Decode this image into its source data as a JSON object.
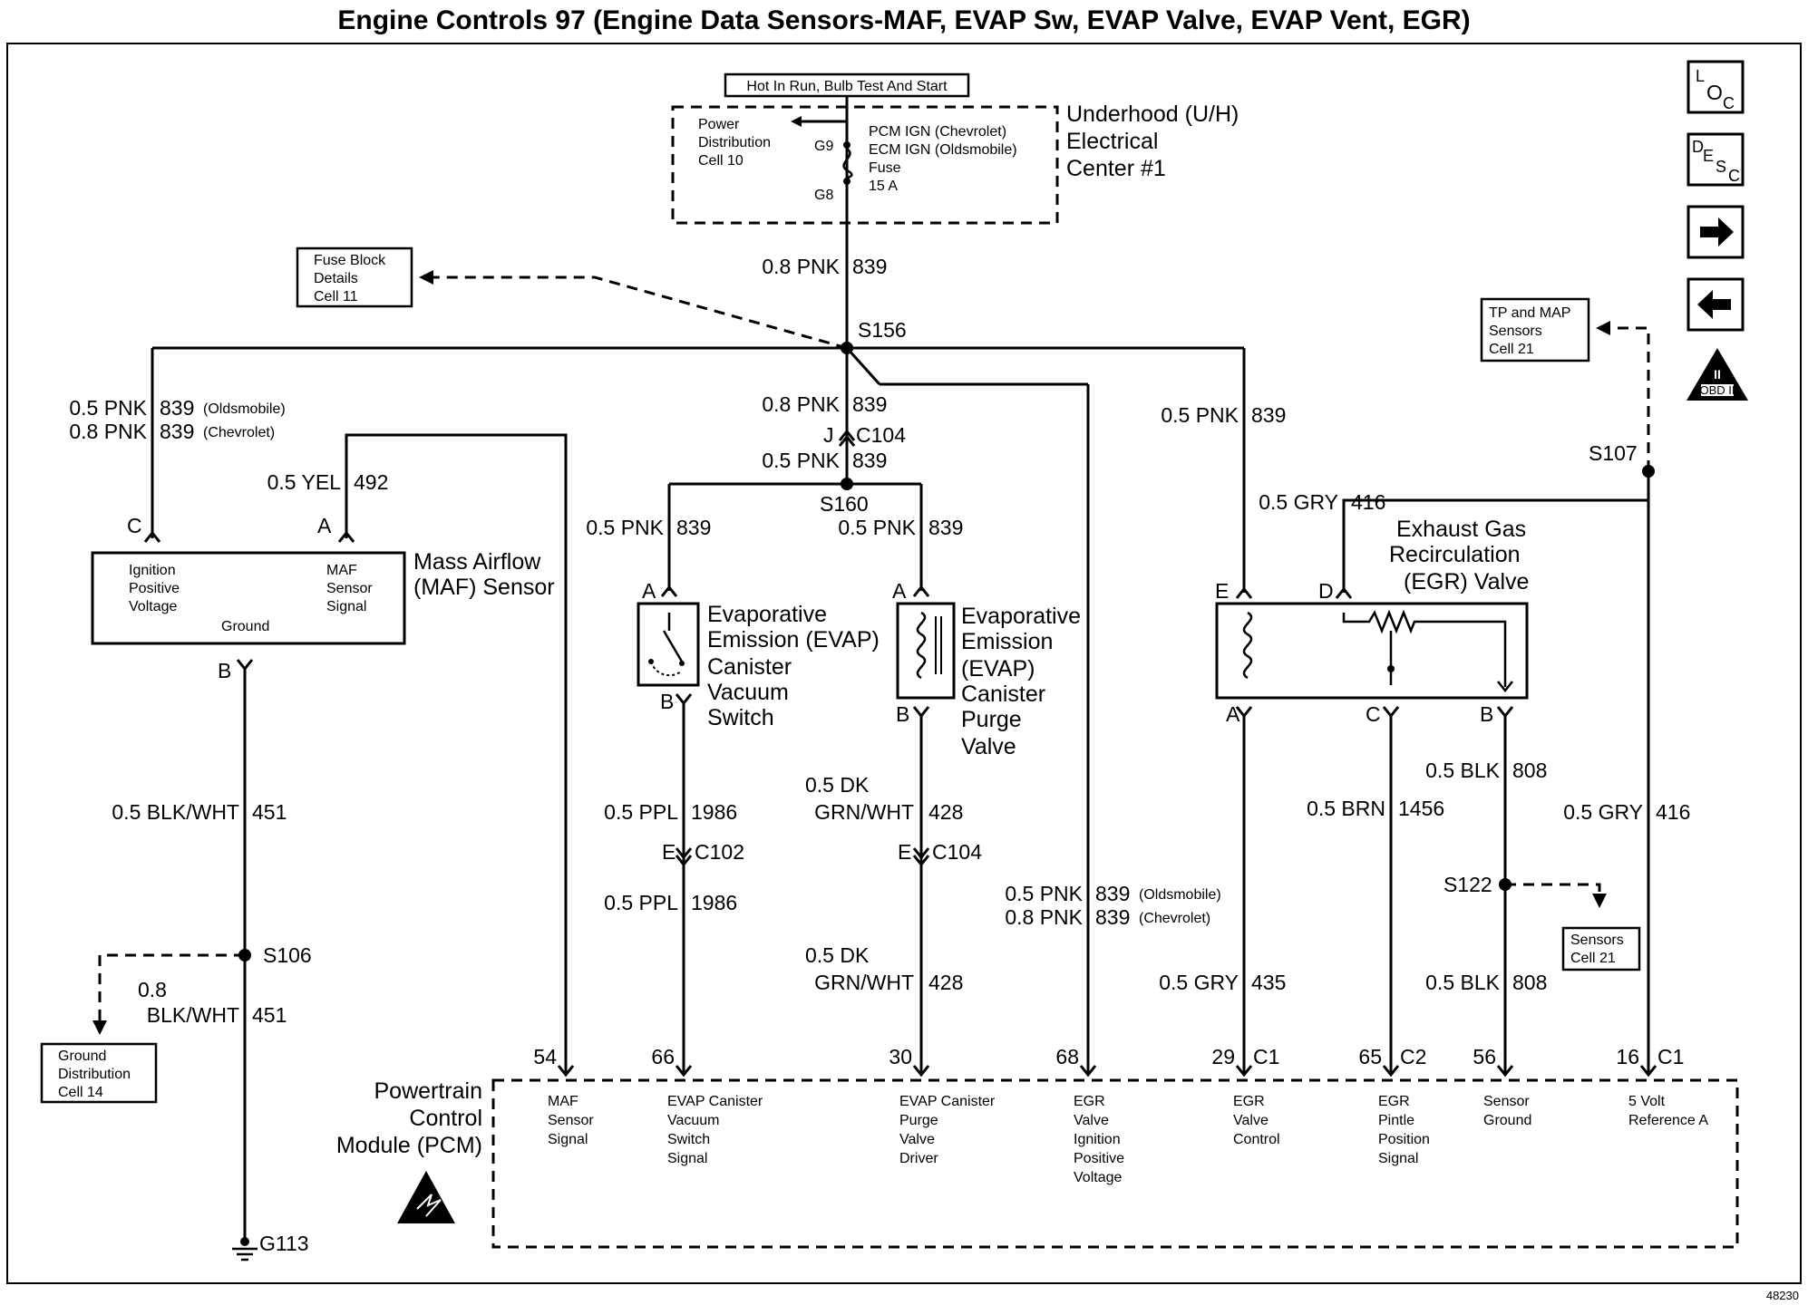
{
  "title": "Engine Controls 97 (Engine Data Sensors-MAF, EVAP Sw, EVAP Valve, EVAP Vent, EGR)",
  "figure_id": "48230",
  "nav": {
    "loc_top": "L",
    "loc_sub": "O",
    "loc_sub2": "C",
    "desc_top": "D",
    "desc_e": "E",
    "desc_s": "S",
    "desc_c": "C",
    "obd_label": "OBD II",
    "obd_roman": "II"
  },
  "uh": {
    "hot_label": "Hot In Run, Bulb Test And Start",
    "power_dist_1": "Power",
    "power_dist_2": "Distribution",
    "power_dist_3": "Cell 10",
    "g9": "G9",
    "g8": "G8",
    "fuse_1": "PCM IGN (Chevrolet)",
    "fuse_2": "ECM IGN (Oldsmobile)",
    "fuse_3": "Fuse",
    "fuse_4": "15 A",
    "name_1": "Underhood (U/H)",
    "name_2": "Electrical",
    "name_3": "Center #1"
  },
  "refs": {
    "fuse_block_1": "Fuse Block",
    "fuse_block_2": "Details",
    "fuse_block_3": "Cell 11",
    "tp_map_1": "TP and MAP",
    "tp_map_2": "Sensors",
    "tp_map_3": "Cell 21",
    "ground_1": "Ground",
    "ground_2": "Distribution",
    "ground_3": "Cell 14",
    "sensors_1": "Sensors",
    "sensors_2": "Cell 21"
  },
  "splices": {
    "s156": "S156",
    "s160": "S160",
    "s107": "S107",
    "s106": "S106",
    "s122": "S122",
    "g113": "G113"
  },
  "wires": {
    "w_main_size": "0.8 PNK",
    "w_main_num": "839",
    "maf_pnk_1": "0.5 PNK",
    "maf_839_1": "839",
    "maf_old": "(Oldsmobile)",
    "maf_pnk_2": "0.8 PNK",
    "maf_839_2": "839",
    "maf_chev": "(Chevrolet)",
    "maf_yel": "0.5 YEL",
    "maf_492": "492",
    "c104_top_size": "0.8 PNK",
    "c104_top_num": "839",
    "c104_j": "J",
    "c104_name": "C104",
    "c104_bot_size": "0.5 PNK",
    "c104_bot_num": "839",
    "evap_sw_size": "0.5 PNK",
    "evap_sw_num": "839",
    "evap_pv_size": "0.5 PNK",
    "evap_pv_num": "839",
    "egr_pnk_size": "0.5 PNK",
    "egr_pnk_num": "839",
    "egr_gry_size": "0.5 GRY",
    "egr_gry_num": "416",
    "maf_gnd_size": "0.5 BLK/WHT",
    "maf_gnd_num": "451",
    "gnd2_size_1": "0.8",
    "gnd2_size_2": "BLK/WHT",
    "gnd2_num": "451",
    "ppl_size_1": "0.5 PPL",
    "ppl_num_1": "1986",
    "c102_e": "E",
    "c102_name": "C102",
    "ppl_size_2": "0.5 PPL",
    "ppl_num_2": "1986",
    "dk_1a": "0.5 DK",
    "dk_1b": "GRN/WHT",
    "dk_num_1": "428",
    "c104b_e": "E",
    "c104b_name": "C104",
    "dk_2a": "0.5 DK",
    "dk_2b": "GRN/WHT",
    "dk_num_2": "428",
    "ign_pnk_1": "0.5 PNK",
    "ign_839_1": "839",
    "ign_old": "(Oldsmobile)",
    "ign_pnk_2": "0.8 PNK",
    "ign_839_2": "839",
    "ign_chev": "(Chevrolet)",
    "egr_ctl_size": "0.5 GRY",
    "egr_ctl_num": "435",
    "brn_size": "0.5 BRN",
    "brn_num": "1456",
    "blk_size_1": "0.5 BLK",
    "blk_num_1": "808",
    "blk_size_2": "0.5 BLK",
    "blk_num_2": "808",
    "ref_size": "0.5 GRY",
    "ref_num": "416"
  },
  "maf": {
    "pin_c": "C",
    "pin_a": "A",
    "pin_b": "B",
    "ign_1": "Ignition",
    "ign_2": "Positive",
    "ign_3": "Voltage",
    "sig_1": "MAF",
    "sig_2": "Sensor",
    "sig_3": "Signal",
    "ground": "Ground",
    "name_1": "Mass Airflow",
    "name_2": "(MAF) Sensor"
  },
  "evap_sw": {
    "pin_a": "A",
    "pin_b": "B",
    "name_1": "Evaporative",
    "name_2": "Emission (EVAP)",
    "name_3": "Canister",
    "name_4": "Vacuum",
    "name_5": "Switch"
  },
  "evap_pv": {
    "pin_a": "A",
    "pin_b": "B",
    "name_1": "Evaporative",
    "name_2": "Emission",
    "name_3": "(EVAP)",
    "name_4": "Canister",
    "name_5": "Purge",
    "name_6": "Valve"
  },
  "egr": {
    "pin_e": "E",
    "pin_d": "D",
    "pin_a": "A",
    "pin_c": "C",
    "pin_b": "B",
    "name_1": "Exhaust Gas",
    "name_2": "Recirculation",
    "name_3": "(EGR) Valve"
  },
  "pcm": {
    "name_1": "Powertrain",
    "name_2": "Control",
    "name_3": "Module (PCM)",
    "pins": [
      {
        "num": "54",
        "conn": "",
        "l1": "MAF",
        "l2": "Sensor",
        "l3": "Signal",
        "l4": "",
        "l5": ""
      },
      {
        "num": "66",
        "conn": "",
        "l1": "EVAP Canister",
        "l2": "Vacuum",
        "l3": "Switch",
        "l4": "Signal",
        "l5": ""
      },
      {
        "num": "30",
        "conn": "",
        "l1": "EVAP Canister",
        "l2": "Purge",
        "l3": "Valve",
        "l4": "Driver",
        "l5": ""
      },
      {
        "num": "68",
        "conn": "",
        "l1": "EGR",
        "l2": "Valve",
        "l3": "Ignition",
        "l4": "Positive",
        "l5": "Voltage"
      },
      {
        "num": "29",
        "conn": "C1",
        "l1": "EGR",
        "l2": "Valve",
        "l3": "Control",
        "l4": "",
        "l5": ""
      },
      {
        "num": "65",
        "conn": "C2",
        "l1": "EGR",
        "l2": "Pintle",
        "l3": "Position",
        "l4": "Signal",
        "l5": ""
      },
      {
        "num": "56",
        "conn": "",
        "l1": "Sensor",
        "l2": "Ground",
        "l3": "",
        "l4": "",
        "l5": ""
      },
      {
        "num": "16",
        "conn": "C1",
        "l1": "5 Volt",
        "l2": "Reference A",
        "l3": "",
        "l4": "",
        "l5": ""
      }
    ]
  }
}
